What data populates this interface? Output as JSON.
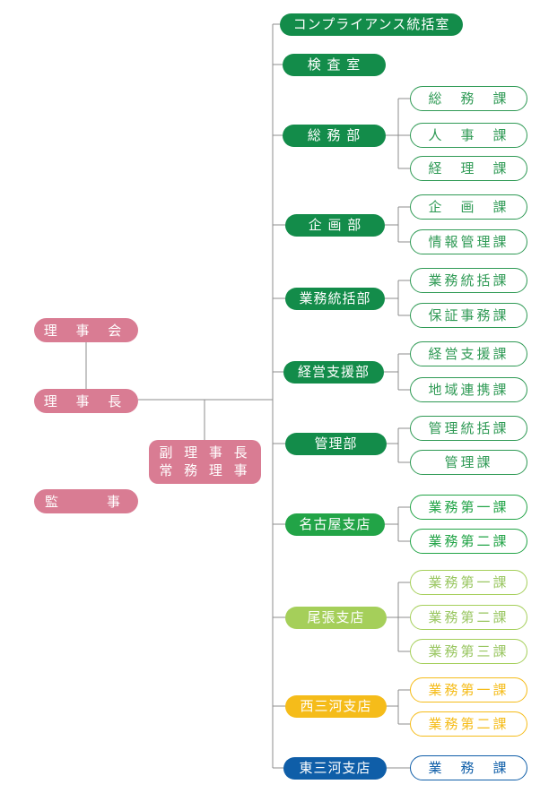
{
  "executives": {
    "board": "理 事 会",
    "chairman": "理 事 長",
    "vice": "副 理 事 長\n常 務 理 事",
    "auditor": "監　　事"
  },
  "departments": [
    {
      "label": "コンプライアンス統括室",
      "color": "#138c4a",
      "sections": []
    },
    {
      "label": "検 査 室",
      "color": "#138c4a",
      "sections": []
    },
    {
      "label": "総 務 部",
      "color": "#138c4a",
      "sections": [
        "総　務　課",
        "人　事　課",
        "経　理　課"
      ]
    },
    {
      "label": "企 画 部",
      "color": "#138c4a",
      "sections": [
        "企　画　課",
        "情報管理課"
      ]
    },
    {
      "label": "業務統括部",
      "color": "#138c4a",
      "sections": [
        "業務統括課",
        "保証事務課"
      ]
    },
    {
      "label": "経営支援部",
      "color": "#138c4a",
      "sections": [
        "経営支援課",
        "地域連携課"
      ]
    },
    {
      "label": "管理部",
      "color": "#138c4a",
      "sections": [
        "管理統括課",
        "管理課"
      ]
    },
    {
      "label": "名古屋支店",
      "color": "#22a447",
      "sections": [
        "業務第一課",
        "業務第二課"
      ]
    },
    {
      "label": "尾張支店",
      "color": "#a5cf5a",
      "sections": [
        "業務第一課",
        "業務第二課",
        "業務第三課"
      ]
    },
    {
      "label": "西三河支店",
      "color": "#f5bc1a",
      "sections": [
        "業務第一課",
        "業務第二課"
      ]
    },
    {
      "label": "東三河支店",
      "color": "#0f5ea8",
      "sections": [
        "業　務　課"
      ]
    }
  ],
  "colors": {
    "line": "#8c8c8c",
    "executive": "#d97c93"
  }
}
